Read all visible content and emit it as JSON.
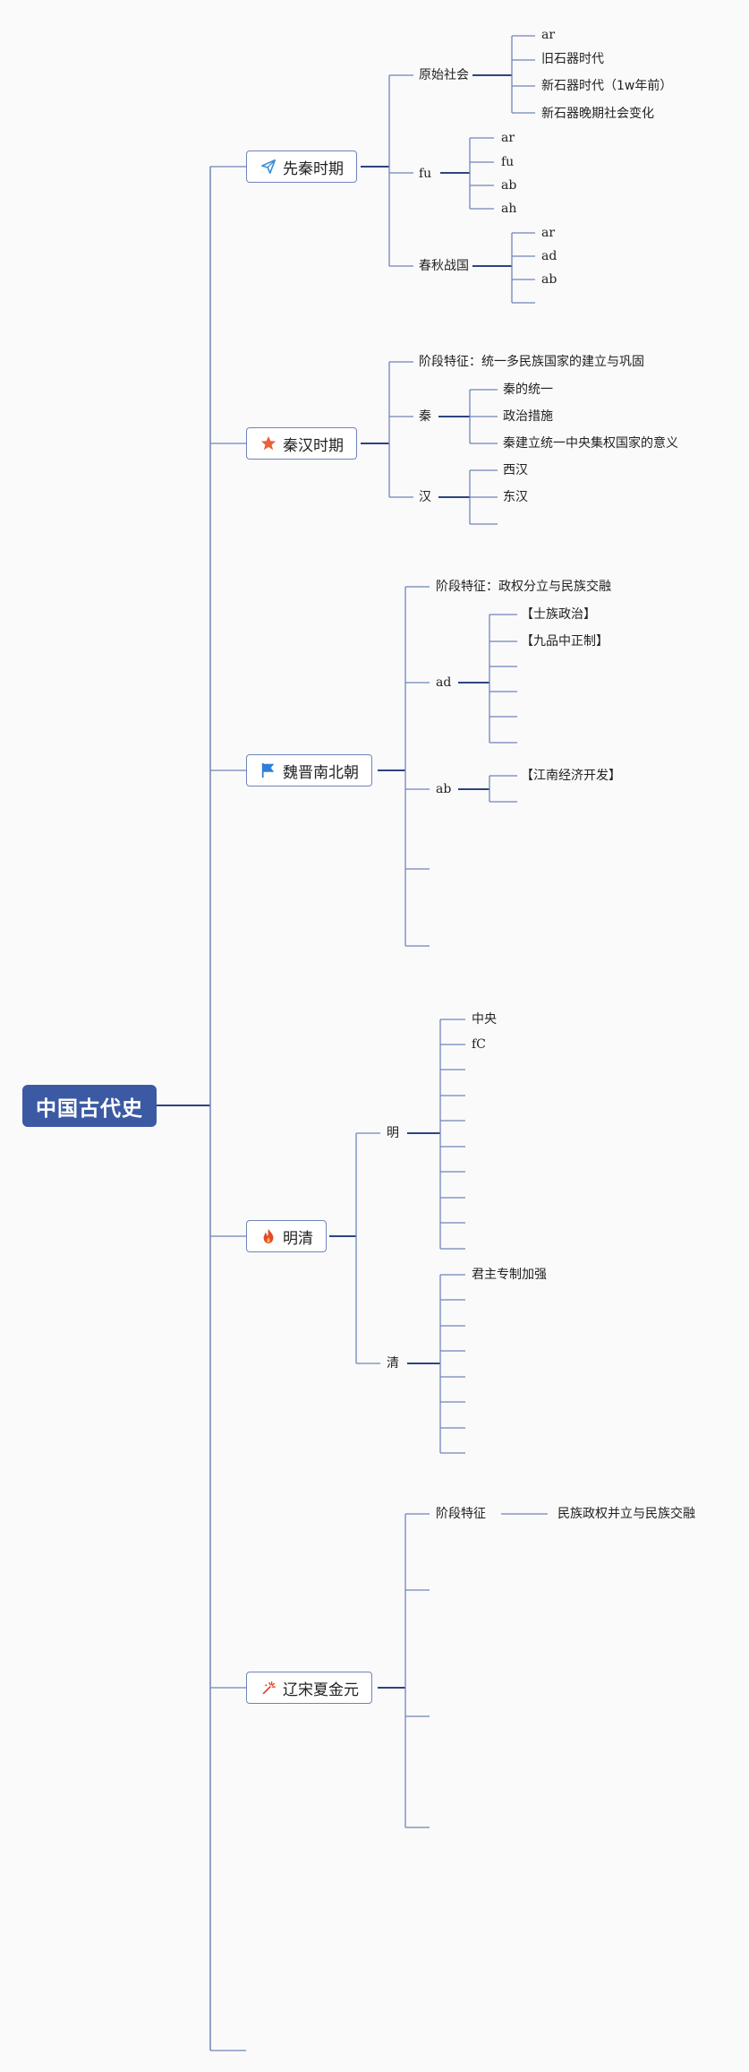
{
  "root": {
    "label": "中国古代史"
  },
  "branches": [
    {
      "label": "先秦时期",
      "icon": "paper-plane-icon",
      "icon_color": "#3b8fd4",
      "children": [
        {
          "label": "原始社会",
          "children": [
            "ar",
            "旧石器时代",
            "新石器时代（1w年前）",
            "新石器晚期社会变化"
          ]
        },
        {
          "label": "fu",
          "children": [
            "ar",
            "fu",
            "ab",
            "ah"
          ]
        },
        {
          "label": "春秋战国",
          "children": [
            "ar",
            "ad",
            "ab",
            ""
          ]
        }
      ]
    },
    {
      "label": "秦汉时期",
      "icon": "star-icon",
      "icon_color": "#e8623a",
      "children": [
        {
          "label": "阶段特征：统一多民族国家的建立与巩固",
          "children": []
        },
        {
          "label": "秦",
          "children": [
            "秦的统一",
            "政治措施",
            "秦建立统一中央集权国家的意义"
          ]
        },
        {
          "label": "汉",
          "children": [
            "西汉",
            "东汉",
            ""
          ]
        }
      ]
    },
    {
      "label": "魏晋南北朝",
      "icon": "flag-icon",
      "icon_color": "#2f7fd8",
      "children": [
        {
          "label": "阶段特征：政权分立与民族交融",
          "children": []
        },
        {
          "label": "ad",
          "children": [
            "【士族政治】",
            "【九品中正制】",
            "",
            "",
            "",
            ""
          ]
        },
        {
          "label": "ab",
          "children": [
            "【江南经济开发】",
            ""
          ]
        },
        {
          "label": "",
          "children": []
        },
        {
          "label": "",
          "children": []
        }
      ]
    },
    {
      "label": "明清",
      "icon": "fire-icon",
      "icon_color": "#e24a2a",
      "children": [
        {
          "label": "明",
          "children": [
            "中央",
            "fC",
            "",
            "",
            "",
            "",
            "",
            "",
            "",
            ""
          ]
        },
        {
          "label": "清",
          "children": [
            "君主专制加强",
            "",
            "",
            "",
            "",
            "",
            "",
            ""
          ]
        }
      ]
    },
    {
      "label": "辽宋夏金元",
      "icon": "fireworks-icon",
      "icon_color": "#e24a2a",
      "children": [
        {
          "label": "阶段特征",
          "children": [
            "民族政权并立与民族交融"
          ]
        },
        {
          "label": "",
          "children": []
        },
        {
          "label": "",
          "children": []
        },
        {
          "label": "",
          "children": []
        }
      ]
    },
    {
      "label": "",
      "icon": "",
      "children": []
    }
  ]
}
